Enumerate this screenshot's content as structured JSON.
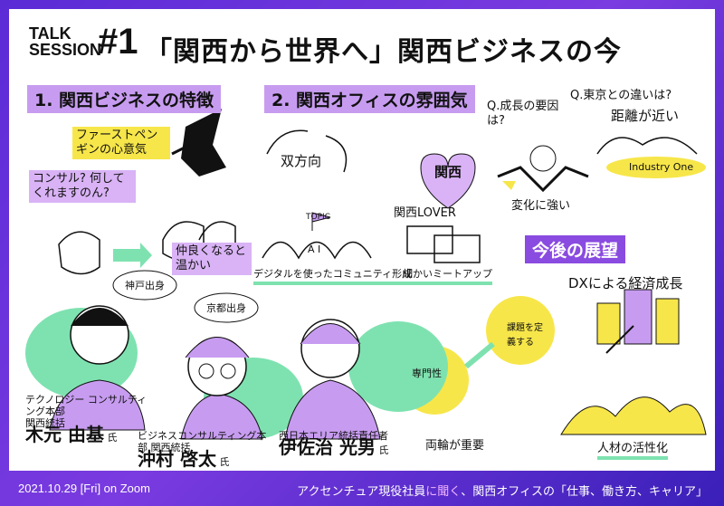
{
  "header": {
    "talk": "TALK",
    "session": "SESSION",
    "number": "#1",
    "title": "「関西から世界へ」関西ビジネスの今"
  },
  "sections": {
    "s1": "1. 関西ビジネスの特徴",
    "s2": "2. 関西オフィスの雰囲気",
    "future": "今後の展望"
  },
  "notes": {
    "first_penguin": "ファーストペンギンの心意気",
    "consul": "コンサル? 何してくれますのん?",
    "nakayoku": "仲良くなると温かい",
    "sohoko": "双方向",
    "kansai": "関西",
    "kansai_lover": "関西LOVER",
    "digital": "デジタルを使ったコミュニティ形成",
    "meetup": "細かいミートアップ",
    "topic": "TOPIC",
    "ai": "A I",
    "q_growth": "Q.成長の要因は?",
    "henka": "変化に強い",
    "q_tokyo": "Q.東京との違いは?",
    "kyori": "距離が近い",
    "industry_one": "Industry One",
    "dx": "DXによる経済成長",
    "senmonsei": "専門性",
    "kadai": "課題を定義する",
    "ryorin": "両輪が重要",
    "jinzai": "人材の活性化",
    "kobe": "神戸出身",
    "kyoto": "京都出身"
  },
  "speakers": [
    {
      "dept": "テクノロジー コンサルティング本部",
      "role": "関西統括",
      "name": "木元 由基",
      "suffix": "氏"
    },
    {
      "dept": "ビジネスコンサルティング本部 関西統括",
      "role": "",
      "name": "沖村 啓太",
      "suffix": "氏"
    },
    {
      "dept": "西日本エリア統括責任者",
      "role": "",
      "name": "伊佐治 光男",
      "suffix": "氏"
    }
  ],
  "footer": {
    "date": "2021.10.29 [Fri] on Zoom",
    "tag_pre": "アクセンチュア現役社員",
    "tag_hl": "に聞く",
    "tag_post": "、関西オフィスの「仕事、働き方、キャリア」"
  },
  "colors": {
    "purple": "#8a4be0",
    "lavender": "#d9b3f5",
    "yellow": "#f7e64a",
    "green": "#7ee2b0"
  }
}
